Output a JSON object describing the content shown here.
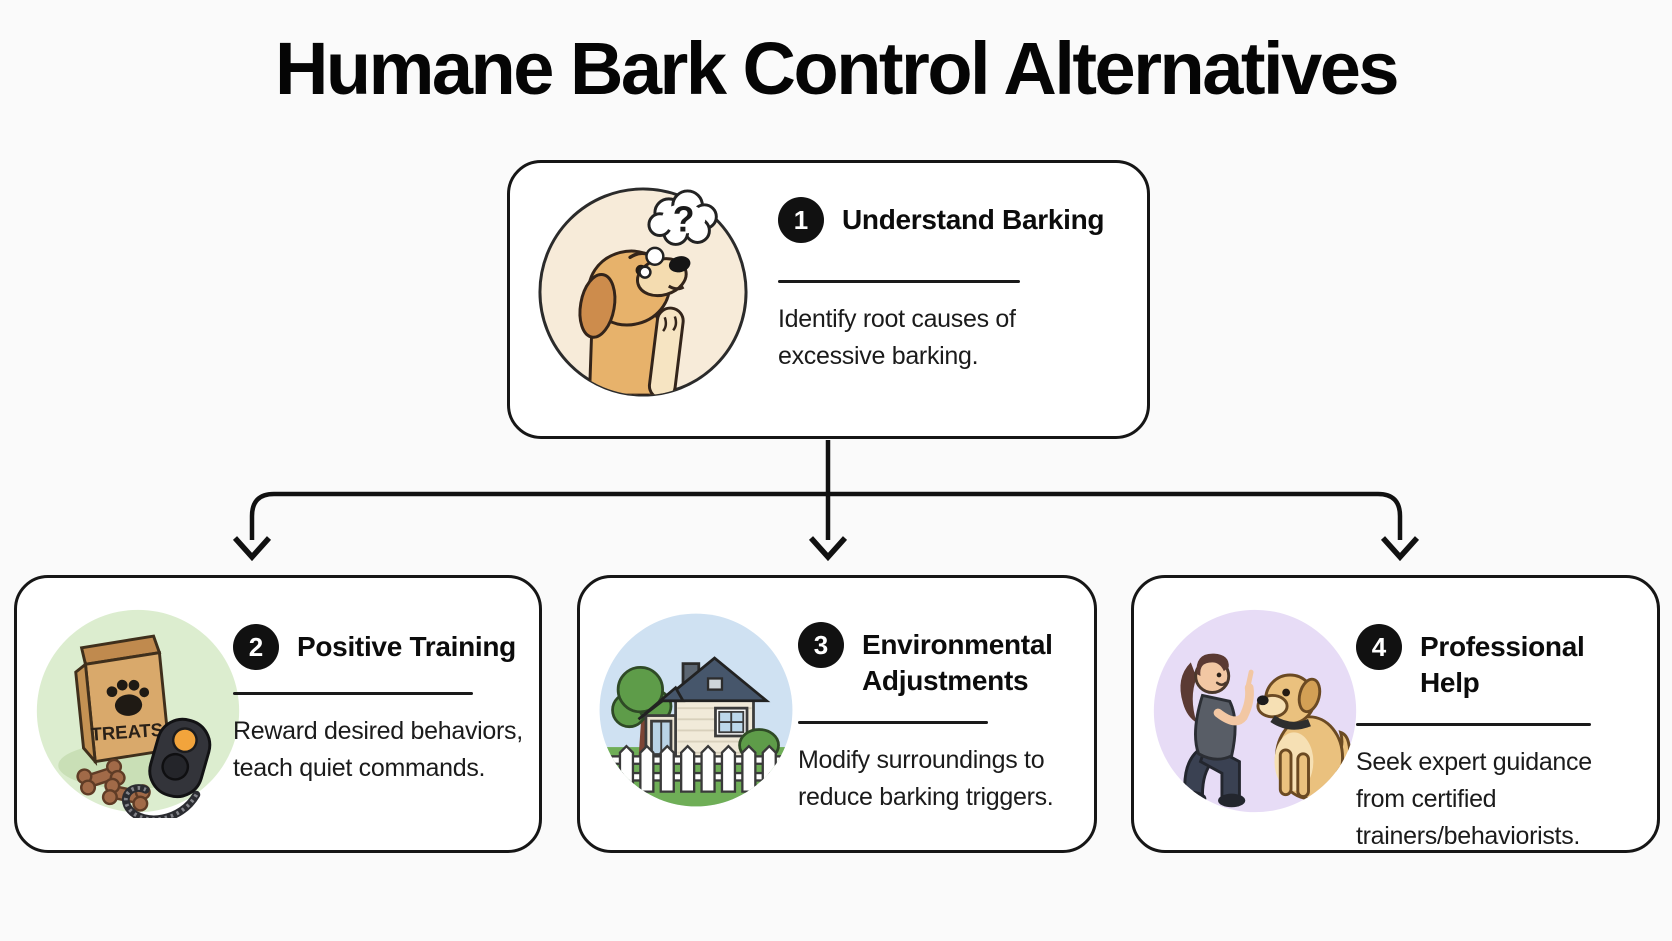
{
  "title": "Humane Bark Control Alternatives",
  "steps": [
    {
      "number": "1",
      "heading": "Understand Barking",
      "description": "Identify root causes of excessive barking.",
      "circle_color": "#f7ebd9",
      "thought_mark": "?"
    },
    {
      "number": "2",
      "heading": "Positive Training",
      "description": "Reward desired behaviors, teach quiet commands.",
      "circle_color": "#dcedcf",
      "bag_label": "TREATS"
    },
    {
      "number": "3",
      "heading": "Environmental Adjustments",
      "description": "Modify surroundings to reduce barking triggers.",
      "circle_color": "#cfe1f2"
    },
    {
      "number": "4",
      "heading": "Professional Help",
      "description": "Seek expert guidance from certified trainers/behaviorists.",
      "circle_color": "#e7dcf6"
    }
  ],
  "colors": {
    "background": "#fafafa",
    "card_border": "#161616",
    "badge_bg": "#111111",
    "badge_text": "#ffffff",
    "connector": "#111111"
  }
}
